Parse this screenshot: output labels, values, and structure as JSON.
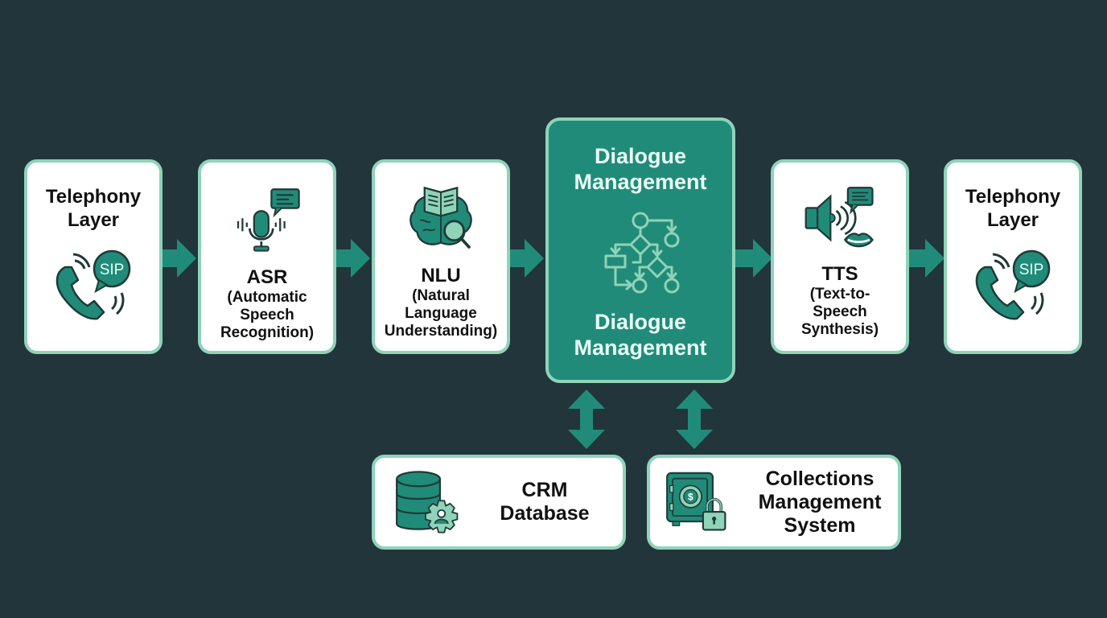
{
  "colors": {
    "background": "#21353b",
    "accent": "#218b79",
    "accent_light": "#8fd3b8",
    "icon_dark": "#1f3a37",
    "card": "#ffffff"
  },
  "pipeline": [
    {
      "id": "telephony-in",
      "title": "Telephony Layer",
      "subtitle": "",
      "icon": "phone-sip-icon",
      "icon_text": "SIP"
    },
    {
      "id": "asr",
      "title": "ASR",
      "subtitle": "(Automatic Speech Recognition)",
      "icon": "microphone-speech-icon"
    },
    {
      "id": "nlu",
      "title": "NLU",
      "subtitle": "(Natural Language Understanding)",
      "icon": "brain-book-search-icon"
    },
    {
      "id": "dialogue",
      "title_top": "Dialogue Management",
      "title_bottom": "Dialogue Management",
      "icon": "flowchart-icon"
    },
    {
      "id": "tts",
      "title": "TTS",
      "subtitle": "(Text-to- Speech Synthesis)",
      "icon": "speaker-lips-icon"
    },
    {
      "id": "telephony-out",
      "title": "Telephony Layer",
      "subtitle": "",
      "icon": "phone-sip-icon",
      "icon_text": "SIP"
    }
  ],
  "backends": [
    {
      "id": "crm",
      "title": "CRM Database",
      "icon": "database-user-gear-icon"
    },
    {
      "id": "collections",
      "title": "Collections Management System",
      "icon": "safe-lock-icon"
    }
  ],
  "connections": [
    {
      "from": "telephony-in",
      "to": "asr",
      "type": "one-way"
    },
    {
      "from": "asr",
      "to": "nlu",
      "type": "one-way"
    },
    {
      "from": "nlu",
      "to": "dialogue",
      "type": "one-way"
    },
    {
      "from": "dialogue",
      "to": "tts",
      "type": "one-way"
    },
    {
      "from": "tts",
      "to": "telephony-out",
      "type": "one-way"
    },
    {
      "from": "dialogue",
      "to": "crm",
      "type": "two-way"
    },
    {
      "from": "dialogue",
      "to": "collections",
      "type": "two-way"
    }
  ]
}
